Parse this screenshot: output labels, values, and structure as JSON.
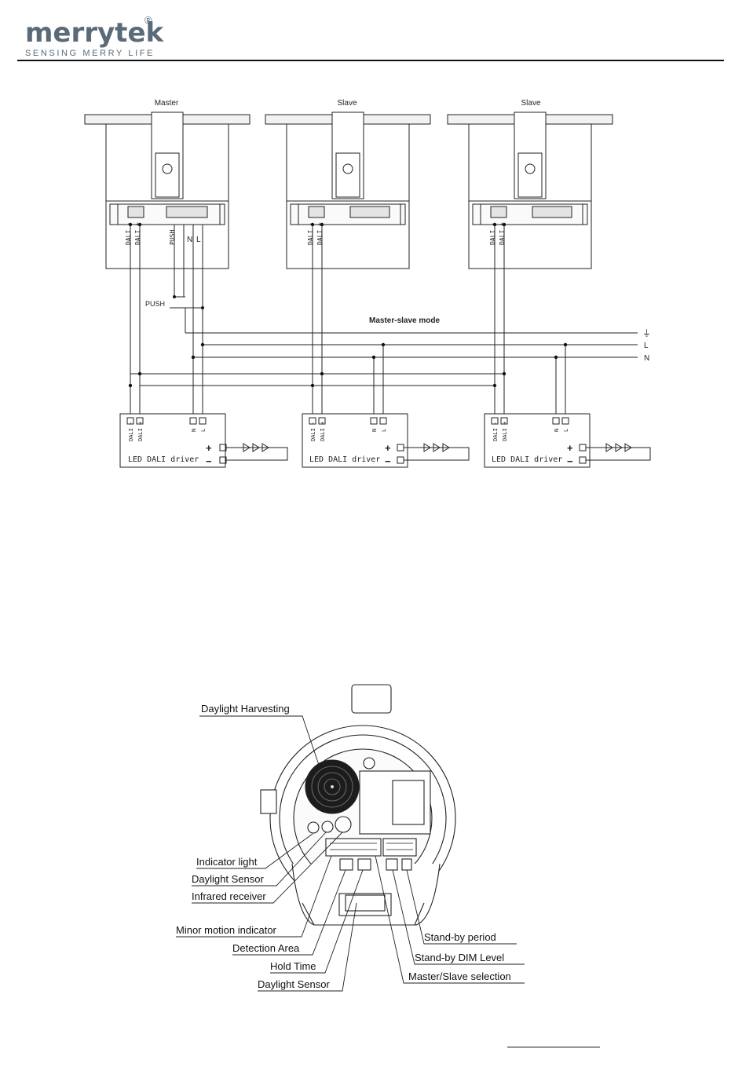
{
  "header": {
    "brand": "merrytek",
    "registered": "®",
    "tagline": "SENSING MERRY LIFE"
  },
  "wiring": {
    "units": [
      {
        "label": "Master"
      },
      {
        "label": "Slave"
      },
      {
        "label": "Slave"
      }
    ],
    "master_terminals": [
      "DALI -",
      "DALI +",
      "PUSH",
      "N",
      "L"
    ],
    "slave_terminals": [
      "DALI -",
      "DALI +"
    ],
    "push_label": "PUSH",
    "mode_label": "Master-slave mode",
    "bus_labels": {
      "earth": "⏚",
      "L": "L",
      "N": "N"
    },
    "driver": {
      "title": "LED DALI driver",
      "dali_minus": "DALI -",
      "dali_plus": "DALI +",
      "n": "N",
      "l": "L",
      "plus": "+",
      "minus": "−"
    }
  },
  "sensor": {
    "callouts_left": [
      "Daylight Harvesting",
      "Indicator light",
      "Daylight Sensor",
      "Infrared receiver",
      "Minor motion indicator",
      "Detection Area",
      "Hold Time",
      "Daylight Sensor"
    ],
    "callouts_right": [
      "Stand-by period",
      "Stand-by DIM Level",
      "Master/Slave selection"
    ]
  }
}
